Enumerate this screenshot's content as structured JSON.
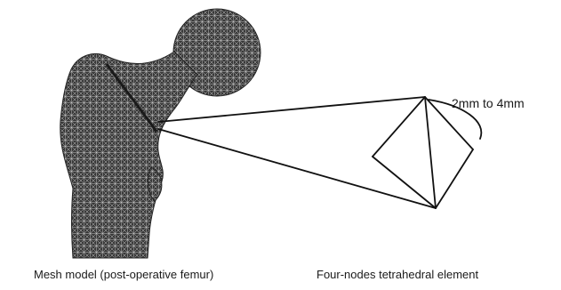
{
  "figure": {
    "left_caption": "Mesh model (post-operative femur)",
    "right_caption": "Four-nodes tetrahedral element",
    "element_size_label": "2mm to 4mm",
    "colors": {
      "mesh_fill": "#3a3a3a",
      "mesh_wire": "#d9d9d9",
      "lines": "#111111"
    }
  }
}
